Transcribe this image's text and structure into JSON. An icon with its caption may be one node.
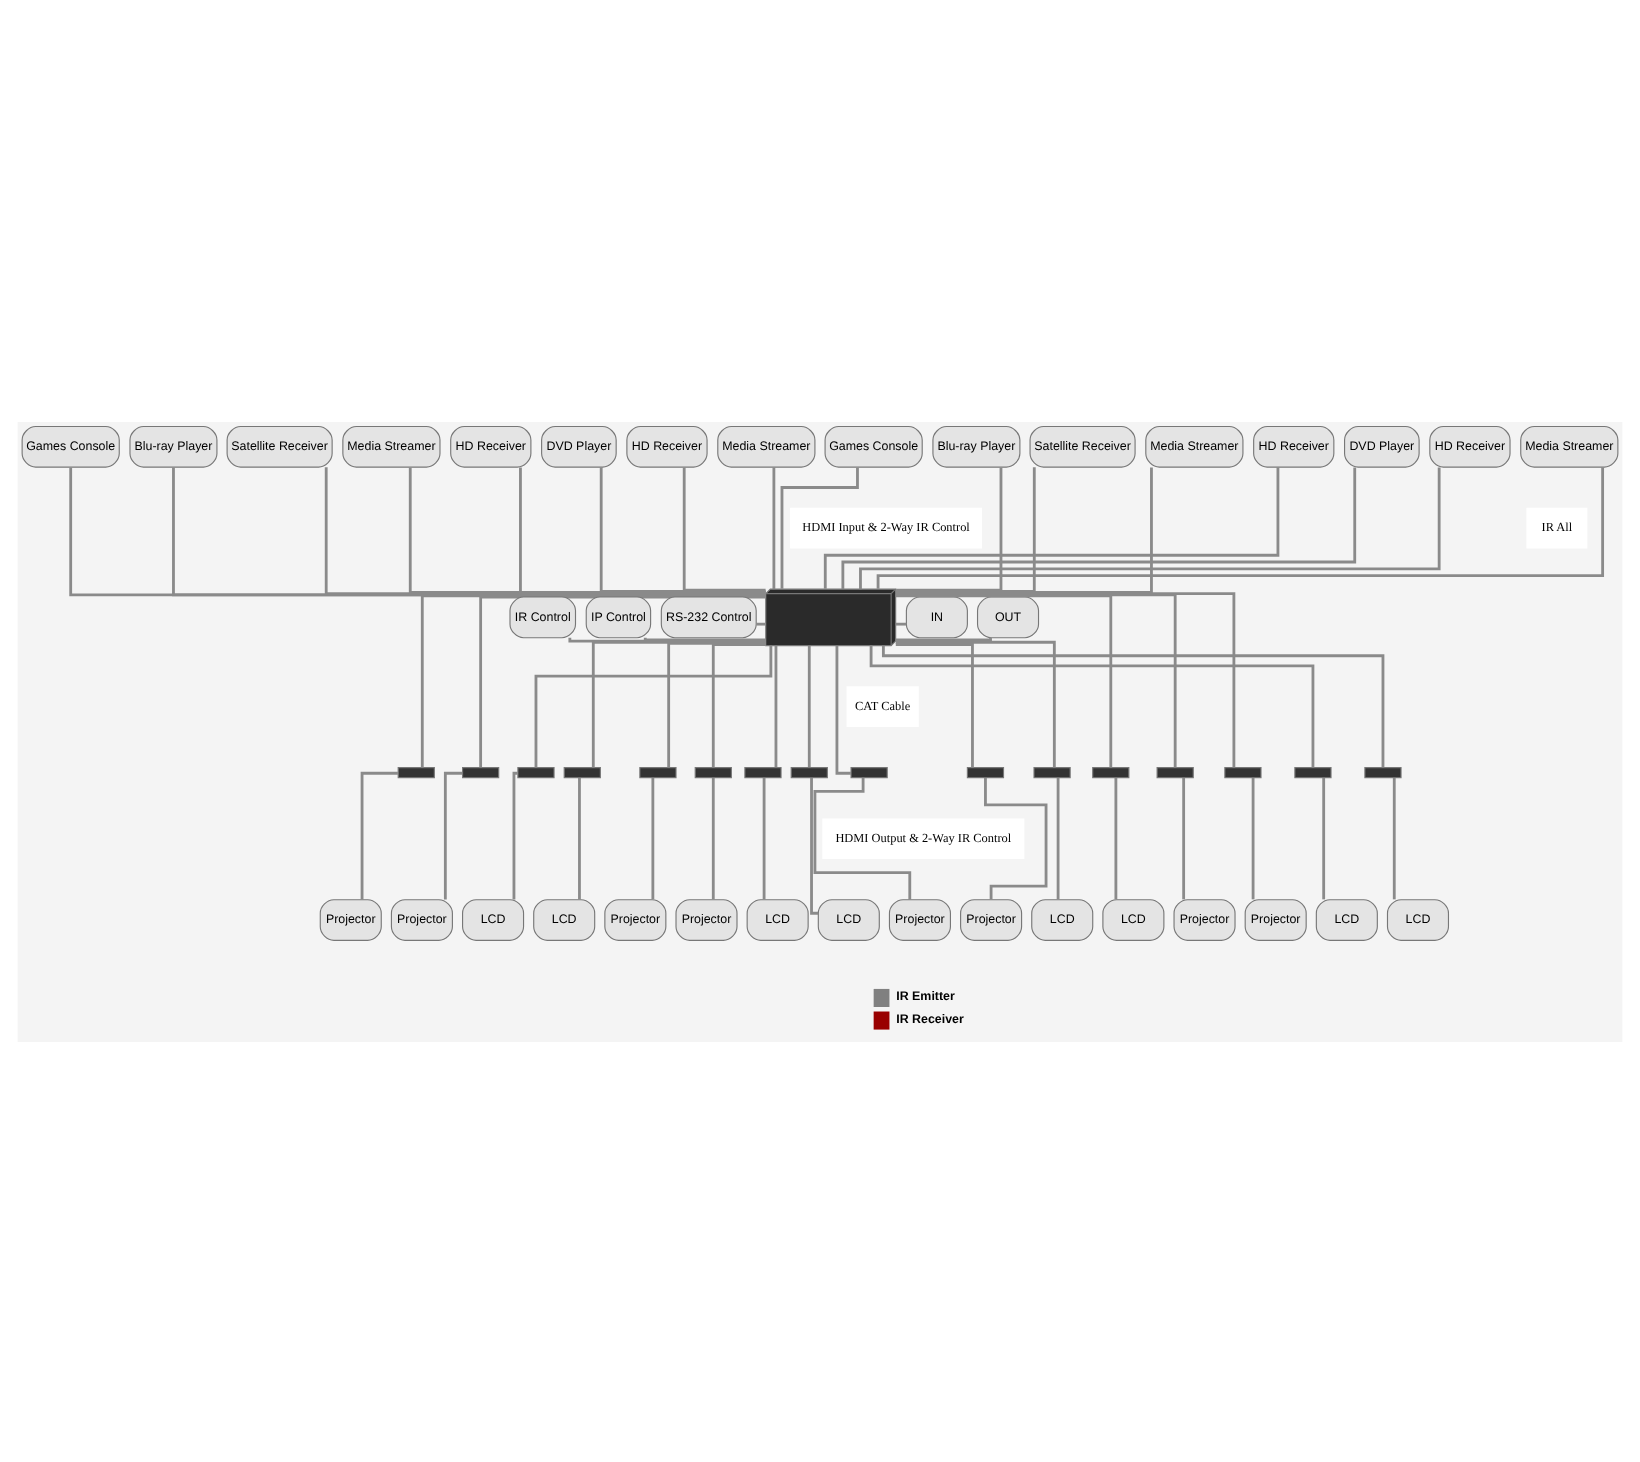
{
  "diagram": {
    "nodes": [
      {
        "text": [
          "Games Console"
        ]
      },
      {
        "text": [
          "Blu-ray Player"
        ]
      },
      {
        "text": [
          "Satellite Receiver"
        ]
      },
      {
        "text": [
          "Media Streamer"
        ]
      },
      {
        "text": [
          "HD Receiver"
        ]
      },
      {
        "text": [
          "DVD Player"
        ]
      },
      {
        "text": [
          "HD Receiver"
        ]
      },
      {
        "text": [
          "Media Streamer"
        ]
      },
      {
        "text": [
          "Games Console"
        ]
      },
      {
        "text": [
          "Blu-ray Player"
        ]
      },
      {
        "text": [
          "Satellite Receiver"
        ]
      },
      {
        "text": [
          "Media Streamer"
        ]
      },
      {
        "text": [
          "HD Receiver"
        ]
      },
      {
        "text": [
          "DVD Player"
        ]
      },
      {
        "text": [
          "HD Receiver"
        ]
      },
      {
        "text": [
          "Media Streamer"
        ]
      },
      {
        "text": [],
        "shape": "picture"
      },
      {
        "text": [
          "IR Control"
        ]
      },
      {
        "text": [
          "IP Control"
        ]
      },
      {
        "text": [
          "RS-232 Control"
        ]
      },
      {
        "text": [
          "IN"
        ]
      },
      {
        "text": [
          "OUT"
        ]
      },
      {
        "text": [],
        "shape": "box"
      },
      {
        "text": [],
        "shape": "box"
      },
      {
        "text": [],
        "shape": "box"
      },
      {
        "text": [],
        "shape": "box"
      },
      {
        "text": [],
        "shape": "box"
      },
      {
        "text": [],
        "shape": "box"
      },
      {
        "text": [],
        "shape": "box"
      },
      {
        "text": [],
        "shape": "box"
      },
      {
        "text": [],
        "shape": "box"
      },
      {
        "text": [],
        "shape": "box"
      },
      {
        "text": [],
        "shape": "box"
      },
      {
        "text": [],
        "shape": "box"
      },
      {
        "text": [],
        "shape": "box"
      },
      {
        "text": [],
        "shape": "box"
      },
      {
        "text": [],
        "shape": "box"
      },
      {
        "text": [],
        "shape": "box"
      },
      {
        "text": [
          "Projector"
        ]
      },
      {
        "text": [
          "Projector"
        ]
      },
      {
        "text": [
          "LCD"
        ]
      },
      {
        "text": [
          "LCD"
        ]
      },
      {
        "text": [
          "Projector"
        ]
      },
      {
        "text": [
          "Projector"
        ]
      },
      {
        "text": [
          "LCD"
        ]
      },
      {
        "text": [
          "LCD"
        ]
      },
      {
        "text": [
          "Projector"
        ]
      },
      {
        "text": [
          "Projector"
        ]
      },
      {
        "text": [
          "LCD"
        ]
      },
      {
        "text": [
          "LCD"
        ]
      },
      {
        "text": [
          "Projector"
        ]
      },
      {
        "text": [
          "Projector"
        ]
      },
      {
        "text": [
          "LCD"
        ]
      },
      {
        "text": [
          "LCD"
        ]
      }
    ],
    "edges": [
      {
        "from": 0,
        "to": 16,
        "arrow": "none"
      },
      {
        "from": 1,
        "to": 16,
        "arrow": "none"
      },
      {
        "from": 2,
        "to": 16,
        "arrow": "none"
      },
      {
        "from": 3,
        "to": 16,
        "arrow": "none"
      },
      {
        "from": 4,
        "to": 16,
        "arrow": "none"
      },
      {
        "from": 5,
        "to": 16,
        "arrow": "none"
      },
      {
        "from": 6,
        "to": 16,
        "arrow": "none"
      },
      {
        "from": 7,
        "to": 16,
        "arrow": "none"
      },
      {
        "from": 8,
        "to": 16,
        "arrow": "none"
      },
      {
        "from": 9,
        "to": 16,
        "arrow": "none"
      },
      {
        "from": 10,
        "to": 16,
        "arrow": "none"
      },
      {
        "from": 11,
        "to": 16,
        "arrow": "none"
      },
      {
        "from": 12,
        "to": 16,
        "arrow": "none"
      },
      {
        "from": 13,
        "to": 16,
        "arrow": "none"
      },
      {
        "from": 14,
        "to": 16,
        "arrow": "none"
      },
      {
        "from": 15,
        "to": 16,
        "arrow": "none"
      },
      {
        "from": 17,
        "to": 16,
        "arrow": "none"
      },
      {
        "from": 18,
        "to": 16,
        "arrow": "none"
      },
      {
        "from": 19,
        "to": 16,
        "arrow": "none"
      },
      {
        "from": 16,
        "to": 20,
        "arrow": "none"
      },
      {
        "from": 16,
        "to": 21,
        "arrow": "none"
      },
      {
        "from": 16,
        "to": 22,
        "arrow": "none"
      },
      {
        "from": 16,
        "to": 23,
        "arrow": "none"
      },
      {
        "from": 16,
        "to": 24,
        "arrow": "none"
      },
      {
        "from": 16,
        "to": 25,
        "arrow": "none"
      },
      {
        "from": 16,
        "to": 26,
        "arrow": "none"
      },
      {
        "from": 16,
        "to": 27,
        "arrow": "none"
      },
      {
        "from": 16,
        "to": 28,
        "arrow": "none"
      },
      {
        "from": 16,
        "to": 29,
        "arrow": "none"
      },
      {
        "from": 16,
        "to": 30,
        "arrow": "none"
      },
      {
        "from": 16,
        "to": 31,
        "arrow": "none"
      },
      {
        "from": 16,
        "to": 32,
        "arrow": "none"
      },
      {
        "from": 16,
        "to": 33,
        "arrow": "none"
      },
      {
        "from": 16,
        "to": 34,
        "arrow": "none"
      },
      {
        "from": 16,
        "to": 35,
        "arrow": "none"
      },
      {
        "from": 16,
        "to": 36,
        "arrow": "none"
      },
      {
        "from": 16,
        "to": 37,
        "arrow": "none"
      },
      {
        "from": 22,
        "to": 38,
        "arrow": "none"
      },
      {
        "from": 23,
        "to": 39,
        "arrow": "none"
      },
      {
        "from": 24,
        "to": 40,
        "arrow": "none"
      },
      {
        "from": 25,
        "to": 41,
        "arrow": "none"
      },
      {
        "from": 26,
        "to": 42,
        "arrow": "none"
      },
      {
        "from": 27,
        "to": 43,
        "arrow": "none"
      },
      {
        "from": 28,
        "to": 44,
        "arrow": "none"
      },
      {
        "from": 29,
        "to": 45,
        "arrow": "none"
      },
      {
        "from": 30,
        "to": 46,
        "arrow": "none"
      },
      {
        "from": 31,
        "to": 47,
        "arrow": "none"
      },
      {
        "from": 32,
        "to": 48,
        "arrow": "none"
      },
      {
        "from": 33,
        "to": 49,
        "arrow": "none"
      },
      {
        "from": 34,
        "to": 50,
        "arrow": "none"
      },
      {
        "from": 35,
        "to": 51,
        "arrow": "none"
      },
      {
        "from": 36,
        "to": 52,
        "arrow": "none"
      },
      {
        "from": 37,
        "to": 53,
        "arrow": "none"
      }
    ],
    "labels": [
      "HDMI Input & 2-Way IR Control",
      "IR All",
      "CAT Cable",
      "HDMI Output & 2-Way IR Control"
    ],
    "legend": [
      {
        "text": "IR Emitter",
        "color": "#808080"
      },
      {
        "text": "IR Receiver",
        "color": "#990000"
      }
    ]
  }
}
